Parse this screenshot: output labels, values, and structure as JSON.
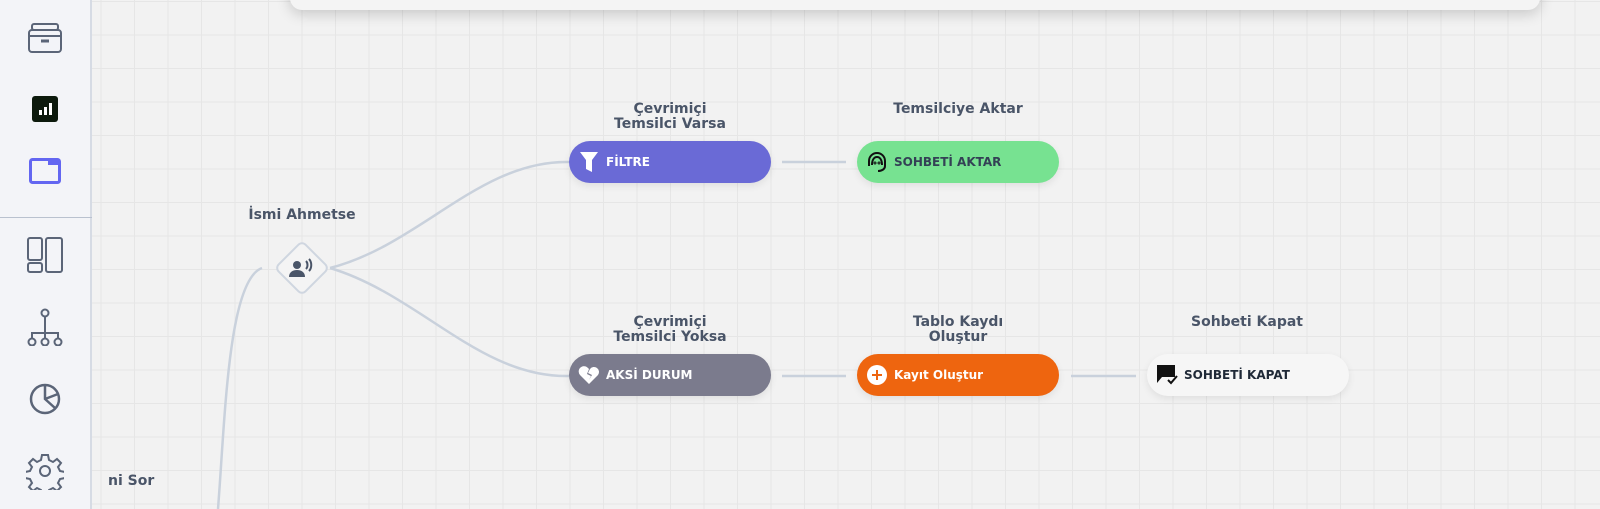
{
  "sidebar": {
    "items": [
      {
        "icon": "archive-icon"
      },
      {
        "icon": "bar-chart-icon"
      },
      {
        "icon": "window-icon",
        "active": true
      },
      {
        "icon": "layout-icon"
      },
      {
        "icon": "hierarchy-icon"
      },
      {
        "icon": "pie-chart-icon"
      },
      {
        "icon": "settings-icon"
      }
    ]
  },
  "flow": {
    "start_label": "İsmi Ahmetse",
    "partial_label": "ni Sor",
    "nodes": [
      {
        "title": "Çevrimiçi\nTemsilci Varsa",
        "title_l1": "Çevrimiçi",
        "title_l2": "Temsilci Varsa",
        "label": "FİLTRE",
        "color": "#6a6ad6",
        "icon": "filter-icon"
      },
      {
        "title_l1": "Temsilciye Aktar",
        "label": "SOHBETİ AKTAR",
        "color": "#77e291",
        "icon": "agent-icon"
      },
      {
        "title_l1": "Çevrimiçi",
        "title_l2": "Temsilci Yoksa",
        "label": "AKSİ DURUM",
        "color": "#7b7b8d",
        "icon": "broken-heart-icon"
      },
      {
        "title_l1": "Tablo Kaydı",
        "title_l2": "Oluştur",
        "label": "Kayıt Oluştur",
        "color": "#ee650f",
        "icon": "plus-circle-icon"
      },
      {
        "title_l1": "Sohbeti Kapat",
        "label": "SOHBETİ KAPAT",
        "color": "#f6f6f6",
        "icon": "chat-check-icon"
      }
    ]
  }
}
